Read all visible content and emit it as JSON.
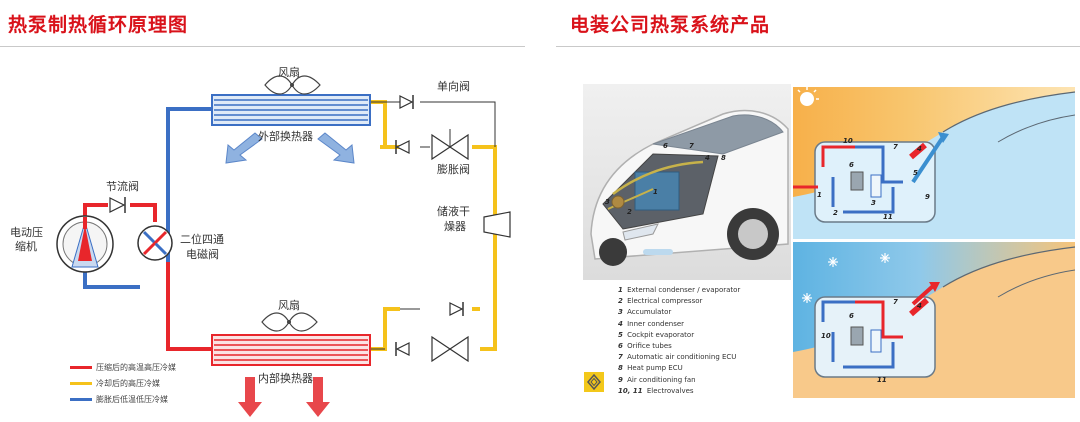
{
  "left_title": "热泵制热循环原理图",
  "right_title": "电装公司热泵系统产品",
  "diagram": {
    "fan_top": "风扇",
    "outer_hx": "外部换热器",
    "check_valve": "单向阀",
    "expansion_valve": "膨胀阀",
    "receiver_dryer_line1": "储液干",
    "receiver_dryer_line2": "燥器",
    "throttle_valve": "节流阀",
    "compressor_line1": "电动压",
    "compressor_line2": "缩机",
    "four_way_line1": "二位四通",
    "four_way_line2": "电磁阀",
    "fan_bottom": "风扇",
    "inner_hx": "内部换热器",
    "legend": [
      {
        "color": "#e8262b",
        "text": "压缩后的高温高压冷媒"
      },
      {
        "color": "#f5c21b",
        "text": "冷却后的高压冷媒"
      },
      {
        "color": "#3b6fc4",
        "text": "膨胀后低温低压冷媒"
      }
    ]
  },
  "product": {
    "components": [
      {
        "num": "1",
        "text": "External condenser / evaporator"
      },
      {
        "num": "2",
        "text": "Electrical compressor"
      },
      {
        "num": "3",
        "text": "Accumulator"
      },
      {
        "num": "4",
        "text": "Inner condenser"
      },
      {
        "num": "5",
        "text": "Cockpit evaporator"
      },
      {
        "num": "6",
        "text": "Orifice tubes"
      },
      {
        "num": "7",
        "text": "Automatic air conditioning ECU"
      },
      {
        "num": "8",
        "text": "Heat pump ECU"
      },
      {
        "num": "9",
        "text": "Air conditioning fan"
      },
      {
        "num": "10, 11",
        "text": "Electrovalves"
      }
    ],
    "car_callouts": [
      "6",
      "7",
      "4",
      "8",
      "1",
      "3",
      "2"
    ],
    "summer_callouts": [
      "10",
      "7",
      "4",
      "1",
      "2",
      "6",
      "3",
      "5",
      "9",
      "11"
    ],
    "winter_callouts": [
      "6",
      "4",
      "7",
      "10",
      "11"
    ],
    "colors": {
      "hot": "#e8262b",
      "cool": "#3b6fc4",
      "liquid": "#f5c21b",
      "sky_warm": "#f6b04a",
      "sky_cool": "#63b4e0"
    }
  }
}
